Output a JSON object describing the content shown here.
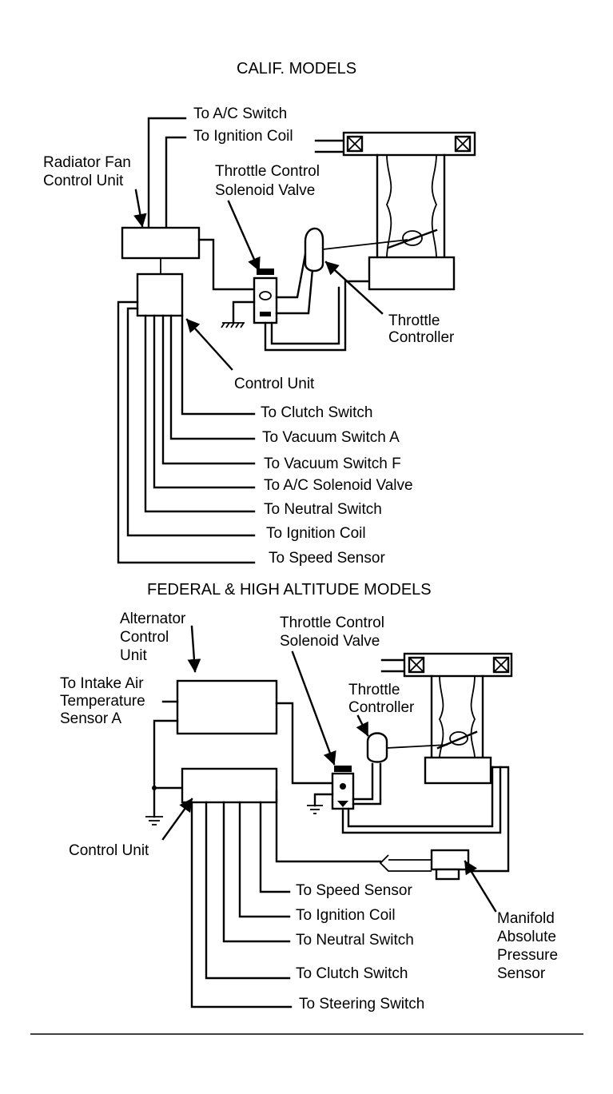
{
  "calif": {
    "title": "CALIF. MODELS",
    "labels": {
      "ac_switch": "To A/C Switch",
      "ignition_coil_top": "To Ignition Coil",
      "radiator_fan_1": "Radiator Fan",
      "radiator_fan_2": "Control Unit",
      "tcsv_1": "Throttle Control",
      "tcsv_2": "Solenoid Valve",
      "throttle_controller_1": "Throttle",
      "throttle_controller_2": "Controller",
      "control_unit": "Control Unit"
    },
    "outputs": [
      "To Clutch Switch",
      "To Vacuum Switch A",
      "To Vacuum Switch F",
      "To A/C Solenoid Valve",
      "To Neutral Switch",
      "To Ignition Coil",
      "To Speed Sensor"
    ]
  },
  "federal": {
    "title": "FEDERAL & HIGH ALTITUDE MODELS",
    "labels": {
      "alternator_1": "Alternator",
      "alternator_2": "Control",
      "alternator_3": "Unit",
      "intake_air_1": "To Intake Air",
      "intake_air_2": "Temperature",
      "intake_air_3": "Sensor A",
      "tcsv_1": "Throttle Control",
      "tcsv_2": "Solenoid Valve",
      "throttle_controller_1": "Throttle",
      "throttle_controller_2": "Controller",
      "control_unit": "Control Unit",
      "map_1": "Manifold",
      "map_2": "Absolute",
      "map_3": "Pressure",
      "map_4": "Sensor"
    },
    "outputs": [
      "To Speed Sensor",
      "To Ignition Coil",
      "To Neutral Switch",
      "To Clutch Switch",
      "To Steering Switch"
    ]
  }
}
